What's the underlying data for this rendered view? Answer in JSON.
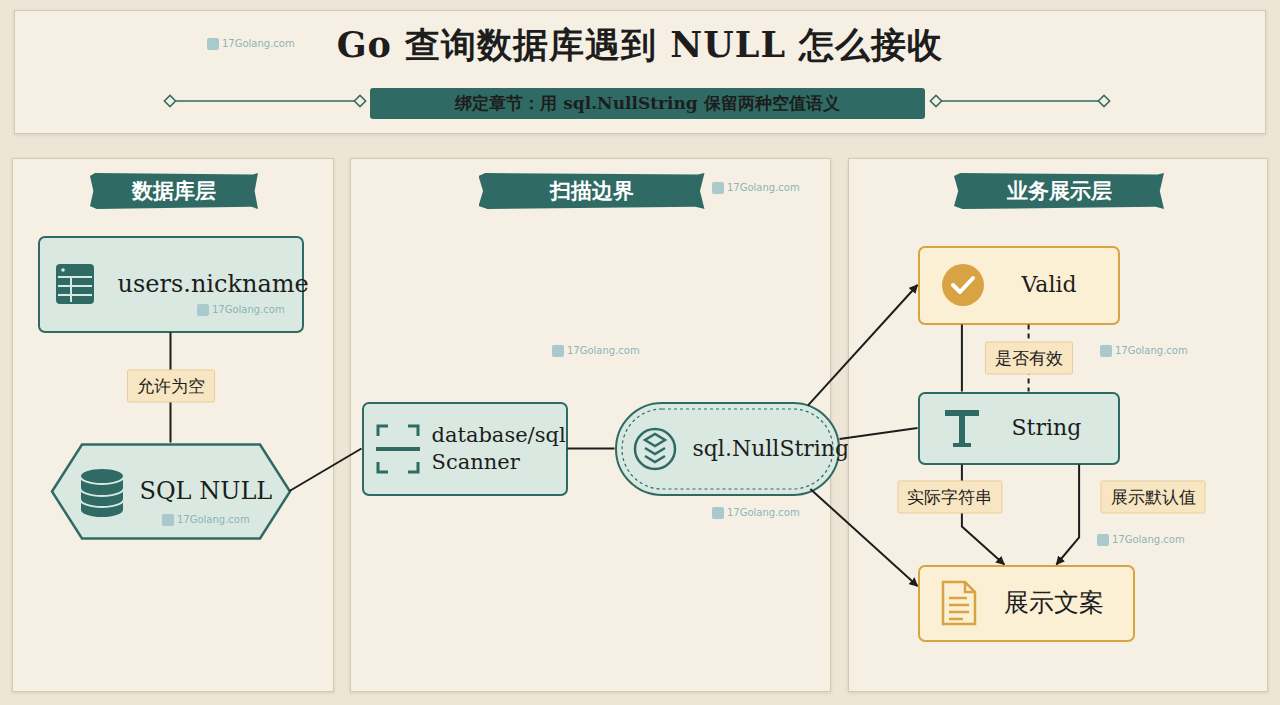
{
  "diagram": {
    "title": "Go 查询数据库遇到 NULL 怎么接收",
    "nodes": [
      {
        "text": [
          "绑定章节：用 sql.NullString 保留两种空值语义"
        ]
      },
      {
        "text": [
          "数据库层"
        ]
      },
      {
        "text": [
          "users.nickname"
        ],
        "in": 1
      },
      {
        "text": [
          "SQL NULL"
        ],
        "in": 1
      },
      {
        "text": [
          "扫描边界"
        ]
      },
      {
        "text": [
          "database/sql Scanner"
        ],
        "in": 4
      },
      {
        "text": [
          "sql.NullString"
        ],
        "in": 4
      },
      {
        "text": [
          "业务展示层"
        ]
      },
      {
        "text": [
          "Valid"
        ],
        "in": 7
      },
      {
        "text": [
          "String"
        ],
        "in": 7
      },
      {
        "text": [
          "展示文案"
        ],
        "in": 7
      }
    ],
    "edges": [
      {
        "from": 2,
        "to": 3,
        "label": "允许为空",
        "arrow": "none"
      },
      {
        "from": 3,
        "to": 5,
        "arrow": "none"
      },
      {
        "from": 5,
        "to": 6,
        "arrow": "none"
      },
      {
        "from": 6,
        "to": 8,
        "arrow": "to"
      },
      {
        "from": 6,
        "to": 9,
        "arrow": "none"
      },
      {
        "from": 6,
        "to": 10,
        "arrow": "to"
      },
      {
        "from": 8,
        "to": 9,
        "arrow": "none"
      },
      {
        "from": 8,
        "to": 9,
        "label": "是否有效",
        "arrow": "none"
      },
      {
        "from": 9,
        "to": 10,
        "label": "实际字符串",
        "arrow": "to"
      },
      {
        "from": 9,
        "to": 10,
        "label": "展示默认值",
        "arrow": "to"
      }
    ],
    "labels": [
      "17Golang.com",
      "17Golang.com",
      "17Golang.com",
      "17Golang.com",
      "17Golang.com",
      "17Golang.com",
      "17Golang.com",
      "17Golang.com"
    ]
  }
}
